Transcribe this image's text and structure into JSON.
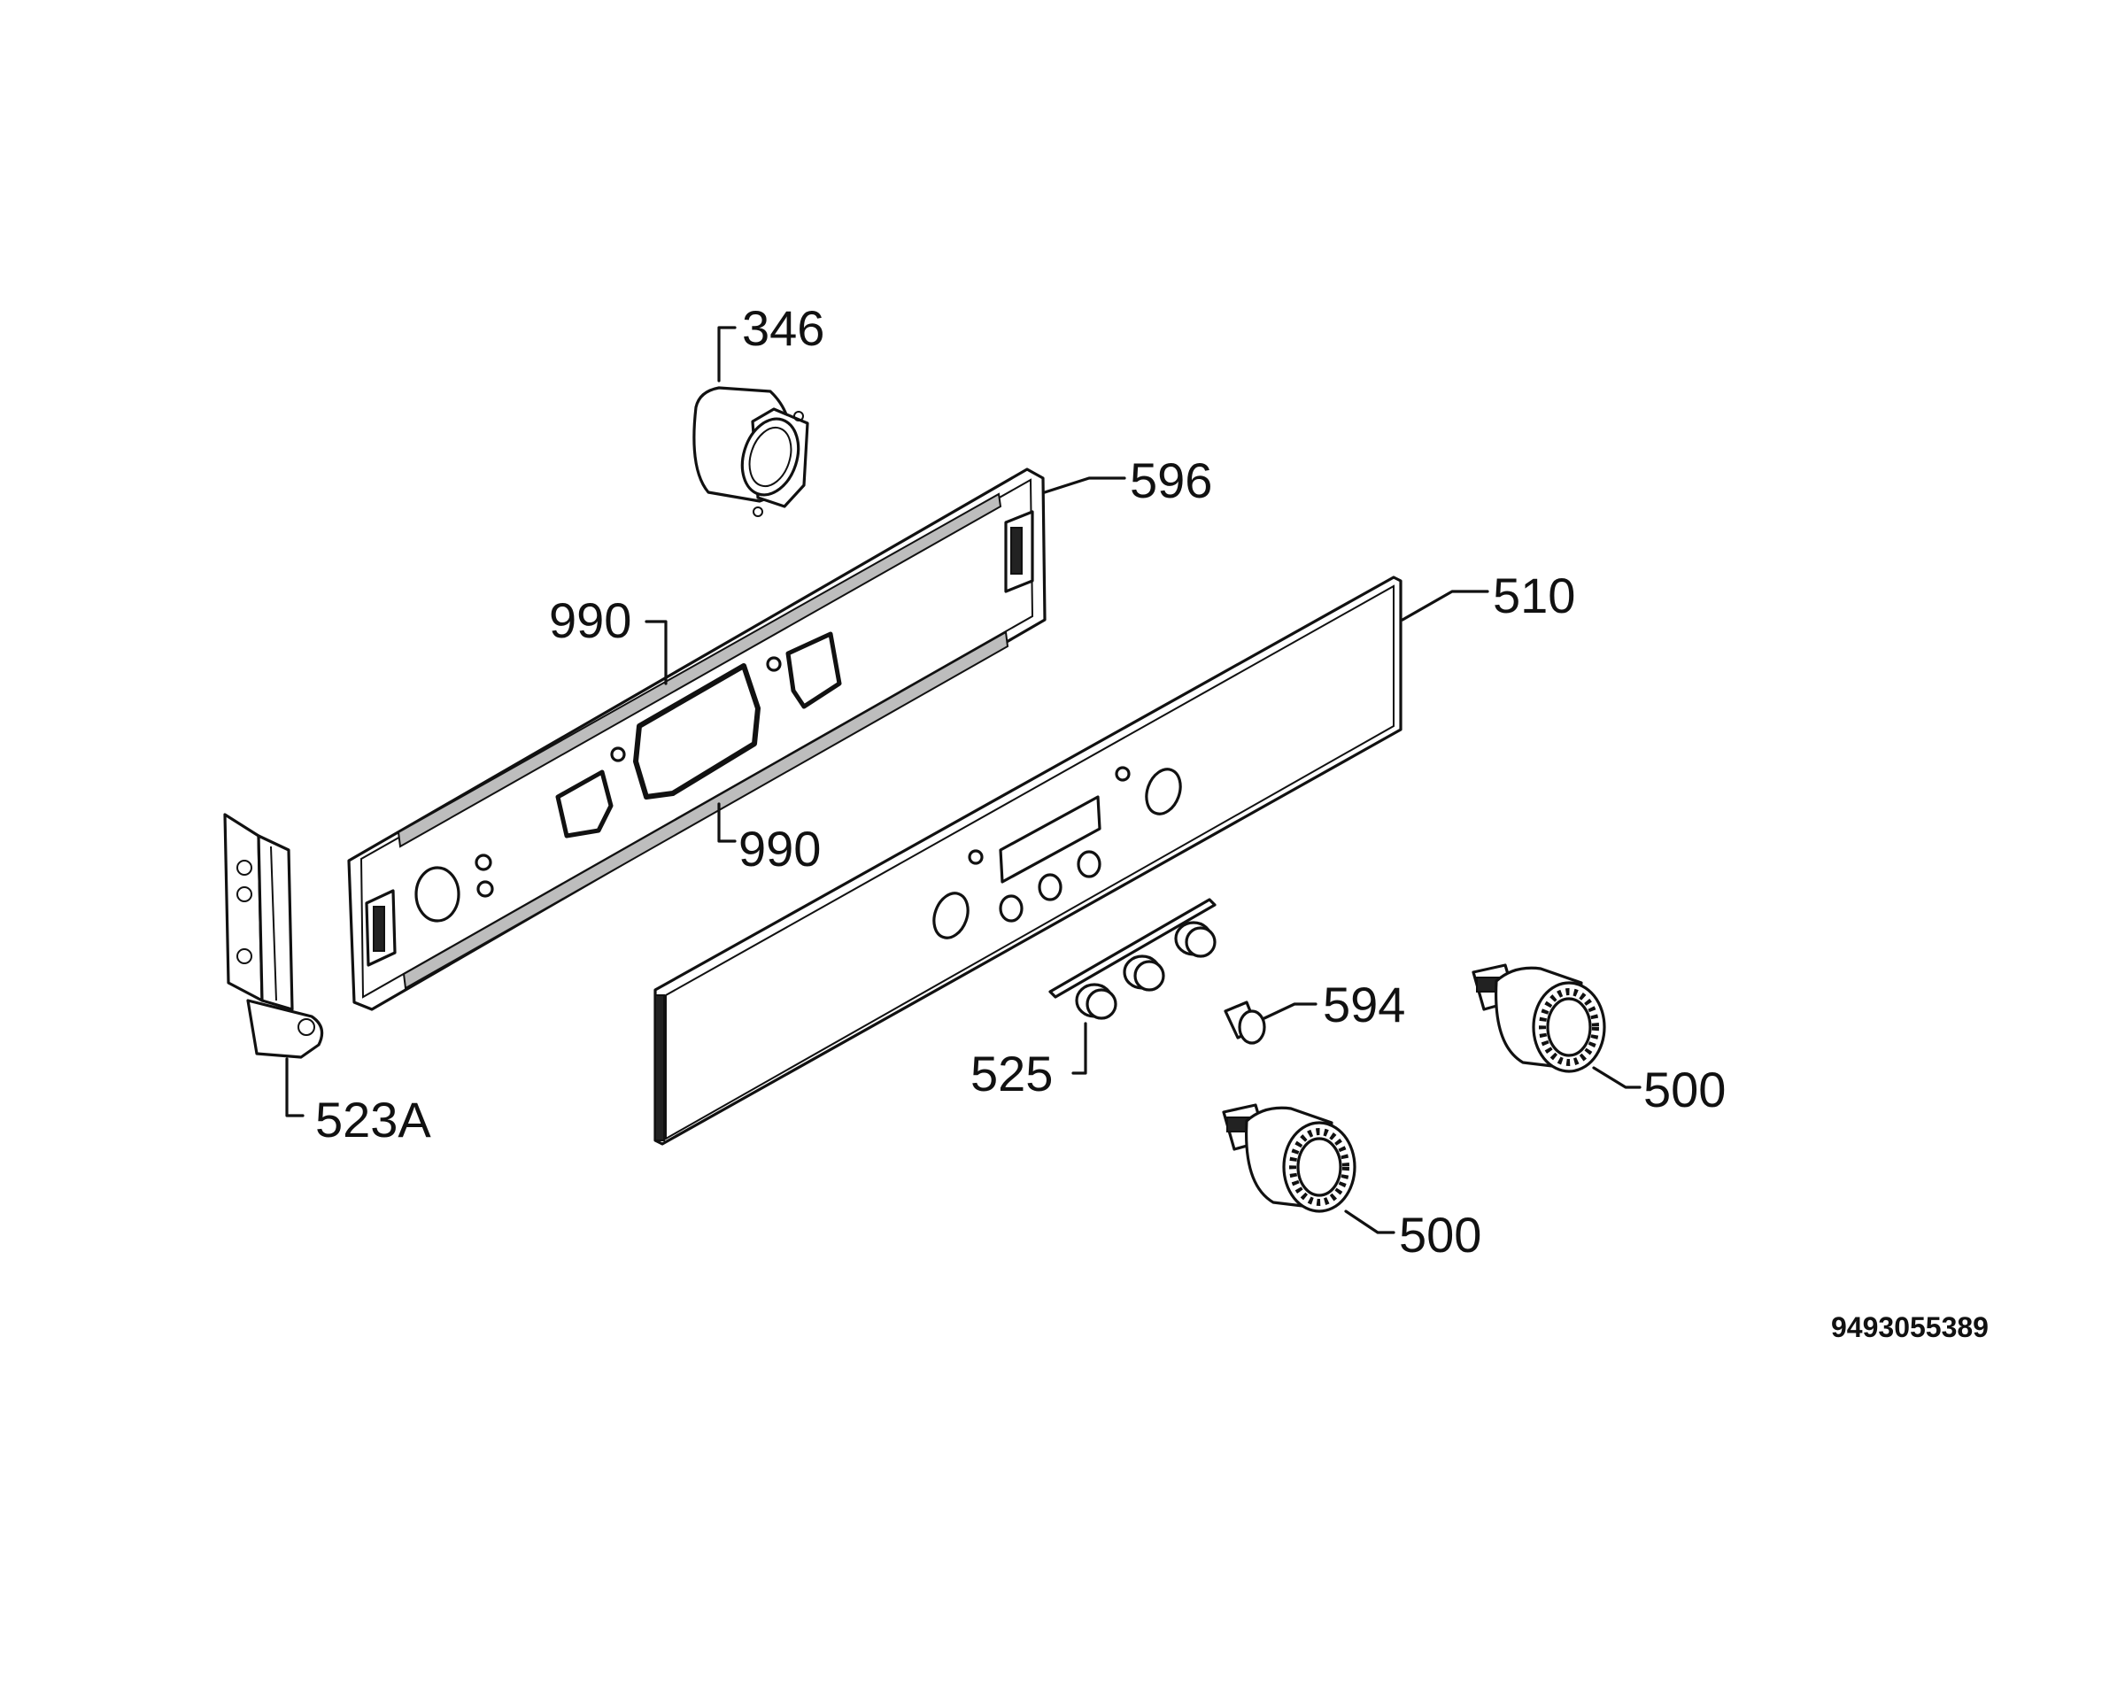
{
  "diagram": {
    "labels": {
      "p346": "346",
      "p596": "596",
      "p510": "510",
      "p990_top": "990",
      "p990_bottom": "990",
      "p594": "594",
      "p525": "525",
      "p500_upper": "500",
      "p500_lower": "500",
      "p523a": "523A"
    },
    "drawing_code": "9493055389"
  }
}
